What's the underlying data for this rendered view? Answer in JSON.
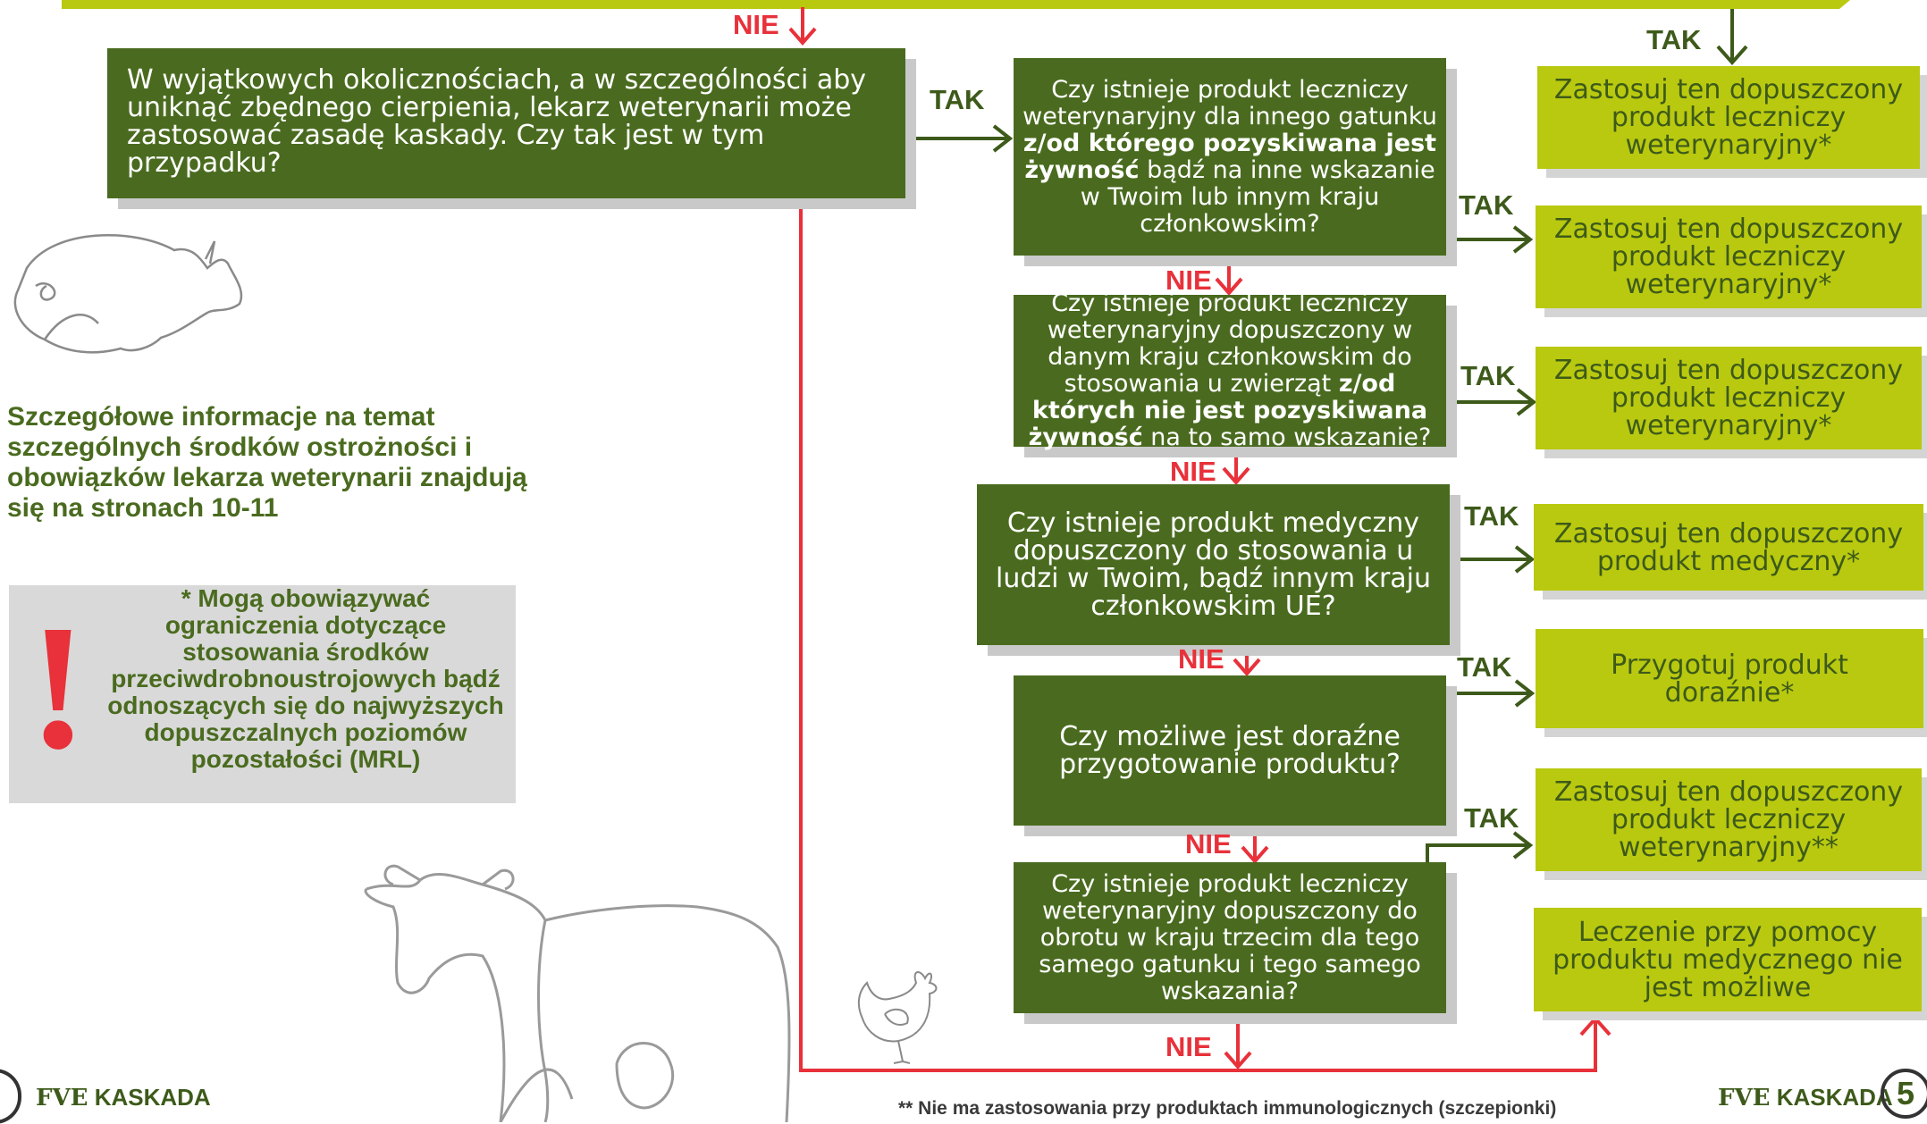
{
  "top_label_nie": "NIE",
  "top_label_tak": "TAK",
  "intro_question": "W wyjątkowych okolicznościach, a w szczególności aby uniknąć zbędnego cierpienia, lekarz weterynarii może zastosować zasadę kaskady. Czy tak jest w tym przypadku?",
  "intro_tak": "TAK",
  "questions": [
    {
      "pre": "Czy istnieje produkt leczniczy weterynaryjny dla innego gatunku ",
      "bold": "z/od którego pozyskiwana jest żywność",
      "post": " bądź na inne wskazanie w Twoim lub innym kraju członkowskim?"
    },
    {
      "pre": "Czy istnieje produkt leczniczy weterynaryjny dopuszczony w danym kraju członkowskim do stosowania u zwierząt ",
      "bold": "z/od których nie jest pozyskiwana żywność",
      "post": " na to samo wskazanie?"
    },
    {
      "pre": "Czy istnieje produkt medyczny dopuszczony do stosowania u ludzi w Twoim, bądź innym kraju członkowskim UE?",
      "bold": "",
      "post": ""
    },
    {
      "pre": "Czy możliwe jest doraźne przygotowanie produktu?",
      "bold": "",
      "post": ""
    },
    {
      "pre": "Czy istnieje produkt leczniczy weterynaryjny dopuszczony do obrotu w kraju trzecim dla tego samego gatunku i tego samego wskazania?",
      "bold": "",
      "post": ""
    }
  ],
  "yes_labels": [
    "TAK",
    "TAK",
    "TAK",
    "TAK",
    "TAK"
  ],
  "no_labels": [
    "NIE",
    "NIE",
    "NIE",
    "NIE",
    "NIE"
  ],
  "results": [
    "Zastosuj ten dopuszczony produkt leczniczy weterynaryjny*",
    "Zastosuj ten dopuszczony produkt leczniczy weterynaryjny*",
    "Zastosuj ten dopuszczony produkt leczniczy weterynaryjny*",
    "Zastosuj ten dopuszczony produkt medyczny*",
    "Przygotuj produkt doraźnie*",
    "Zastosuj ten dopuszczony produkt leczniczy weterynaryjny**",
    "Leczenie przy pomocy produktu medycznego nie jest możliwe"
  ],
  "info_text": "Szczegółowe informacje na temat szczególnych środków ostrożności i obowiązków lekarza weterynarii znajdują się na stronach 10-11",
  "warning_text": "* Mogą obowiązywać ograniczenia dotyczące stosowania środków przeciwdrobnoustrojowych bądź odnoszących się do najwyższych dopuszczalnych poziomów pozostałości (MRL)",
  "warning_mark": "!",
  "footnote": "** Nie ma zastosowania przy produktach immunologicznych (szczepionki)",
  "footer_logo_left": "KASKADA",
  "footer_logo_right": "KASKADA",
  "page_number": "5",
  "colors": {
    "dark_green": "#4a6b1f",
    "lime": "#b9c90f",
    "red": "#e8313a",
    "grey": "#d9d9d9"
  }
}
